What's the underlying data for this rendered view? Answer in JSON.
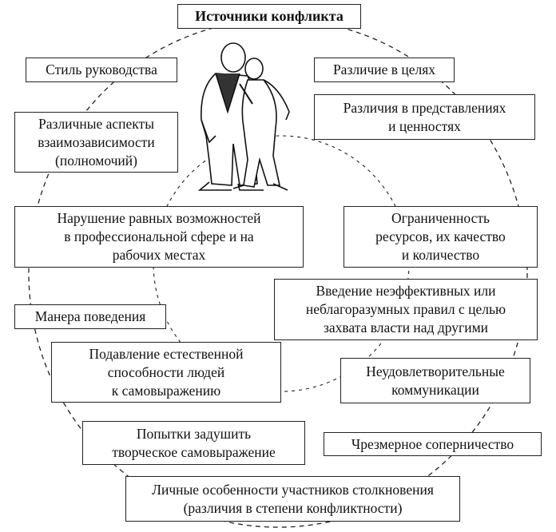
{
  "title": "Источники конфликта",
  "illustration": "two-men-arguing",
  "sources": {
    "leadership_style": [
      "Стиль руководства"
    ],
    "goal_differences": [
      "Различие в целях"
    ],
    "value_differences": [
      "Различия в представлениях",
      "и ценностях"
    ],
    "interdependence": [
      "Различные аспекты",
      "взаимозависимости",
      "(полномочий)"
    ],
    "equal_opportunity": [
      "Нарушение равных возможностей",
      "в профессиональной сфере и на",
      "рабочих местах"
    ],
    "limited_resources": [
      "Ограниченность",
      "ресурсов, их качество",
      "и количество"
    ],
    "ineffective_rules": [
      "Введение неэффективных или",
      "неблагоразумных правил с целью",
      "захвата власти над другими"
    ],
    "behavior": [
      "Манера поведения"
    ],
    "suppression": [
      "Подавление естественной",
      "способности людей",
      "к самовыражению"
    ],
    "communication": [
      "Неудовлетворительные",
      "коммуникации"
    ],
    "creativity": [
      "Попытки задушить",
      "творческое самовыражение"
    ],
    "competition": [
      "Чрезмерное соперничество"
    ],
    "personal": [
      "Личные особенности участников столкновения",
      "(различия в степени конфликтности)"
    ]
  }
}
